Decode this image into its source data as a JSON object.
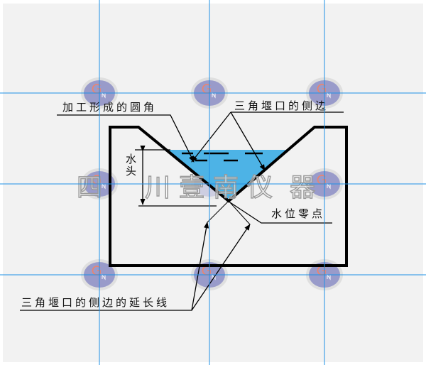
{
  "labels": {
    "rounded_corner": "加工形成的圆角",
    "notch_side": "三角堰口的侧边",
    "water_zero": "水位零点",
    "side_extension": "三角堰口的侧边的延长线",
    "head": "水头"
  },
  "watermark": {
    "text": "四 川 壹 南 仪 器",
    "logo_letters": "GN"
  },
  "colors": {
    "water": "#4db3e6",
    "background": "#f2f2f2",
    "guide_lines": "#1e90e6",
    "logo": "#8a8cc4"
  }
}
